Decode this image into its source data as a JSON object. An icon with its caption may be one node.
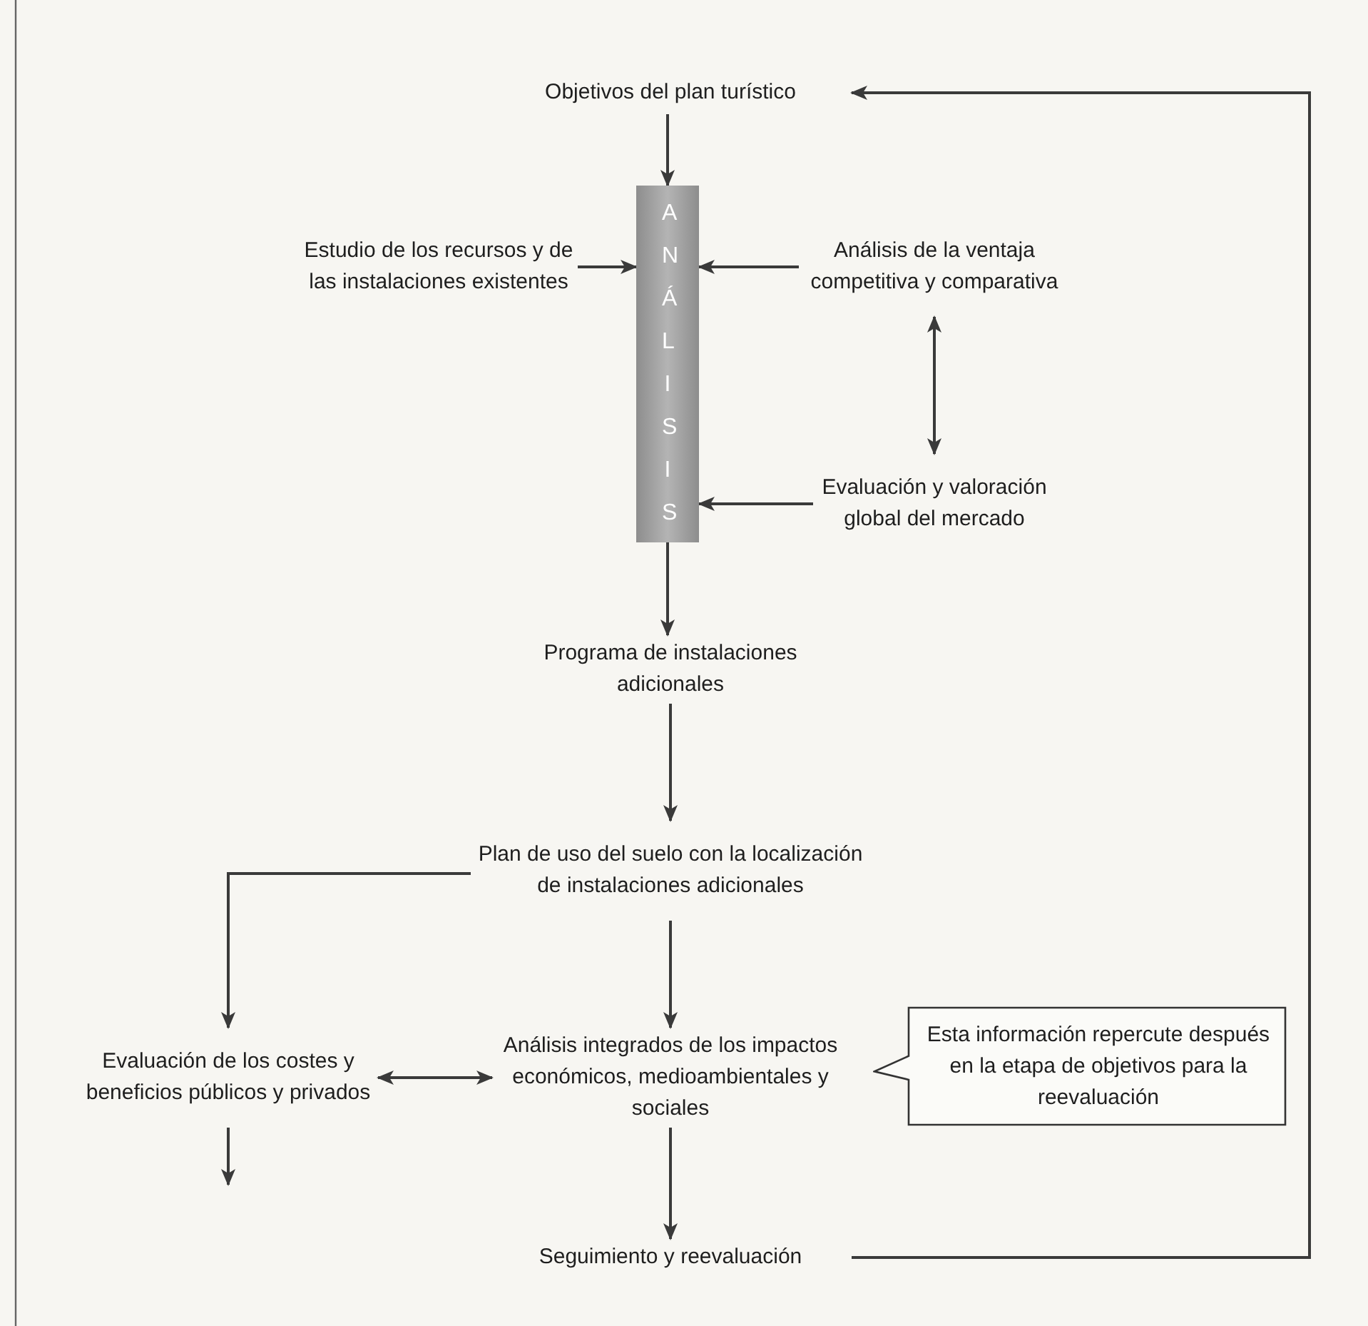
{
  "diagram": {
    "nodes": [
      {
        "text": [
          "Objetivos del plan turístico"
        ]
      },
      {
        "text": [
          "ANÁLISIS"
        ]
      },
      {
        "text": [
          "Estudio de los recursos y de las instalaciones existentes"
        ]
      },
      {
        "text": [
          "Análisis de la ventaja competitiva y comparativa"
        ]
      },
      {
        "text": [
          "Evaluación y valoración global del mercado"
        ]
      },
      {
        "text": [
          "Programa de instalaciones adicionales"
        ]
      },
      {
        "text": [
          "Plan de uso del suelo con la localización de instalaciones adicionales"
        ]
      },
      {
        "text": [
          "Evaluación de los costes y beneficios públicos y privados"
        ]
      },
      {
        "text": [
          "Análisis integrados de los impactos económicos, medioambientales y sociales"
        ]
      },
      {
        "text": [
          "Esta información repercute después en la etapa de objetivos para la reevaluación"
        ]
      },
      {
        "text": [
          "Seguimiento y reevaluación"
        ]
      }
    ],
    "edges": [
      {
        "from": 0,
        "to": 1,
        "arrow": "to"
      },
      {
        "from": 2,
        "to": 1,
        "arrow": "to"
      },
      {
        "from": 3,
        "to": 1,
        "arrow": "to"
      },
      {
        "from": 3,
        "to": 4,
        "arrow": "both"
      },
      {
        "from": 4,
        "to": 1,
        "arrow": "to"
      },
      {
        "from": 1,
        "to": 5,
        "arrow": "to"
      },
      {
        "from": 5,
        "to": 6,
        "arrow": "to"
      },
      {
        "from": 6,
        "to": 7,
        "arrow": "to"
      },
      {
        "from": 6,
        "to": 8,
        "arrow": "to"
      },
      {
        "from": 7,
        "to": 8,
        "arrow": "both"
      },
      {
        "from": 7,
        "to": null,
        "arrow": "to"
      },
      {
        "from": 8,
        "to": 10,
        "arrow": "to"
      },
      {
        "from": 10,
        "to": 0,
        "arrow": "to"
      }
    ]
  }
}
